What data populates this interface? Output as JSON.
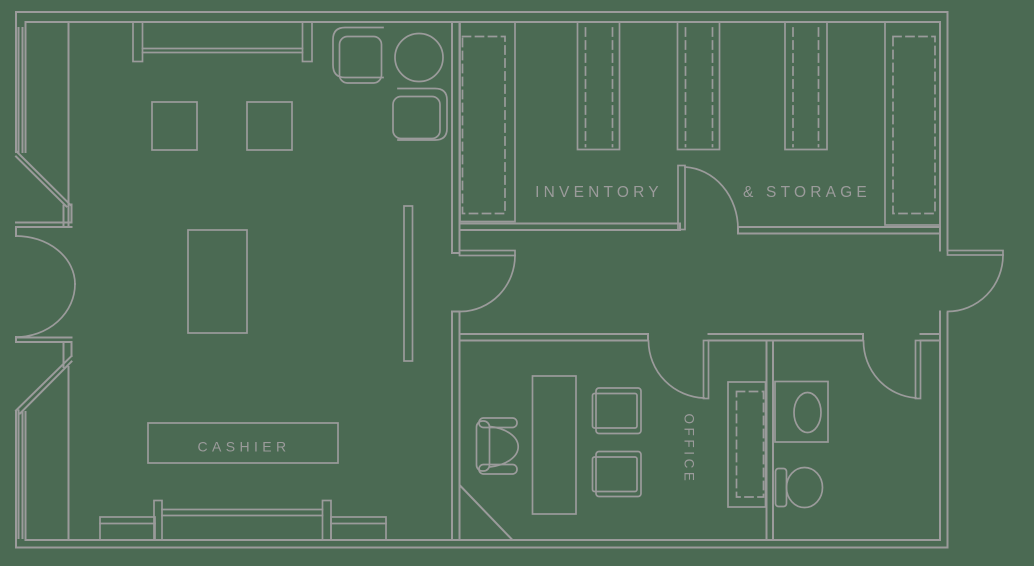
{
  "canvas": {
    "background": "#4b6a53",
    "line_color": "#9b9b9b",
    "text_color": "#9b9b9b"
  },
  "labels": {
    "inventory": "INVENTORY",
    "storage": "& STORAGE",
    "office": "OFFICE",
    "cashier": "CASHIER"
  }
}
